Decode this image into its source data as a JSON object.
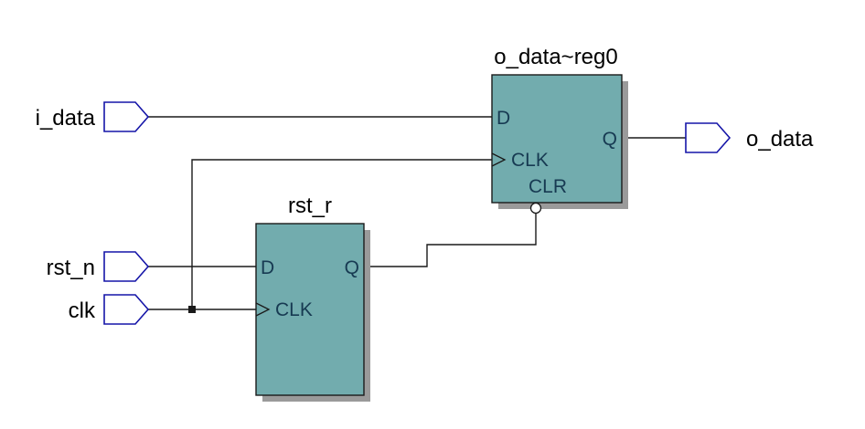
{
  "diagram": {
    "input_ports": [
      {
        "id": "i_data",
        "label": "i_data"
      },
      {
        "id": "rst_n",
        "label": "rst_n"
      },
      {
        "id": "clk",
        "label": "clk"
      }
    ],
    "output_ports": [
      {
        "id": "o_data",
        "label": "o_data"
      }
    ],
    "registers": [
      {
        "id": "o_data_reg0",
        "title": "o_data~reg0",
        "pins": {
          "d": "D",
          "clk": "CLK",
          "clr": "CLR",
          "q": "Q"
        }
      },
      {
        "id": "rst_r",
        "title": "rst_r",
        "pins": {
          "d": "D",
          "clk": "CLK",
          "q": "Q"
        }
      }
    ],
    "connections": [
      {
        "from": "i_data",
        "to": "o_data~reg0.D"
      },
      {
        "from": "o_data~reg0.Q",
        "to": "o_data"
      },
      {
        "from": "rst_n",
        "to": "rst_r.D"
      },
      {
        "from": "clk",
        "to": "rst_r.CLK"
      },
      {
        "from": "clk",
        "to": "o_data~reg0.CLK"
      },
      {
        "from": "rst_r.Q",
        "to": "o_data~reg0.CLR"
      }
    ],
    "colors": {
      "block_fill": "#72acae",
      "port_outline": "#1515a8",
      "wire": "#1a1a1a",
      "shadow": "#9a9a9a"
    }
  }
}
